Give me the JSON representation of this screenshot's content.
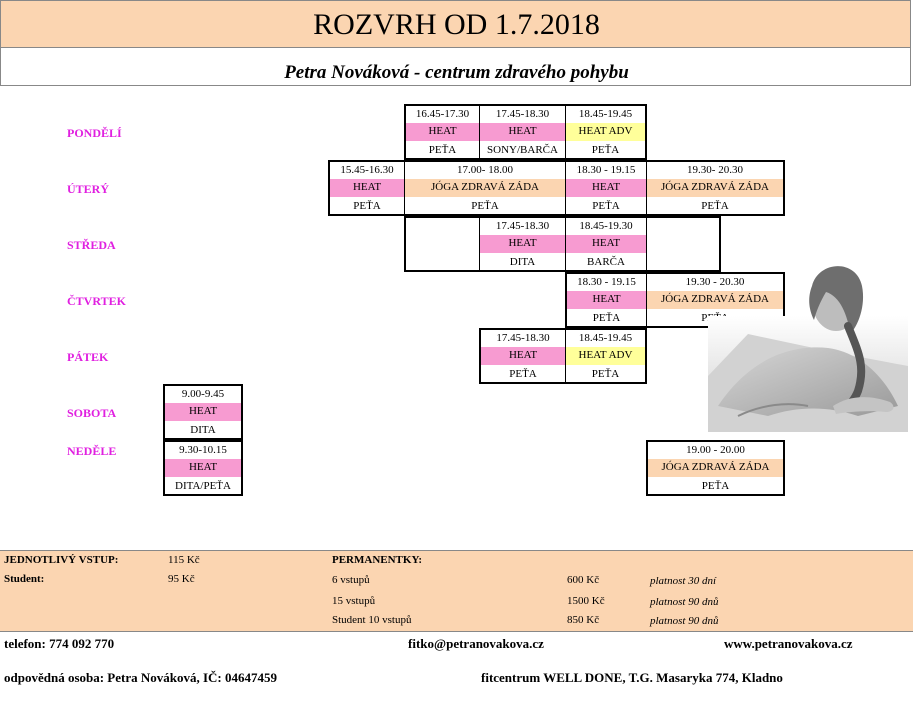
{
  "header": {
    "title": "ROZVRH  OD 1.7.2018",
    "subtitle": "Petra Nováková - centrum zdravého pohybu"
  },
  "days": {
    "mon": "PONDĚLÍ",
    "tue": "ÚTERÝ",
    "wed": "STŘEDA",
    "thu": "ČTVRTEK",
    "fri": "PÁTEK",
    "sat": "SOBOTA",
    "sun": "NEDĚLE"
  },
  "schedule": {
    "mon": [
      {
        "time": "16.45-17.30",
        "class": "HEAT",
        "instructor": "PEŤA"
      },
      {
        "time": "17.45-18.30",
        "class": "HEAT",
        "instructor": "SONY/BARČA"
      },
      {
        "time": "18.45-19.45",
        "class": "HEAT ADV",
        "instructor": "PEŤA"
      }
    ],
    "tue": [
      {
        "time": "15.45-16.30",
        "class": "HEAT",
        "instructor": "PEŤA"
      },
      {
        "time": "17.00- 18.00",
        "class": "JÓGA ZDRAVÁ ZÁDA",
        "instructor": "PEŤA"
      },
      {
        "time": "18.30 - 19.15",
        "class": "HEAT",
        "instructor": "PEŤA"
      },
      {
        "time": "19.30- 20.30",
        "class": "JÓGA ZDRAVÁ ZÁDA",
        "instructor": "PEŤA"
      }
    ],
    "wed": [
      {
        "time": "17.45-18.30",
        "class": "HEAT",
        "instructor": "DITA"
      },
      {
        "time": "18.45-19.30",
        "class": "HEAT",
        "instructor": "BARČA"
      }
    ],
    "thu": [
      {
        "time": "18.30 - 19.15",
        "class": "HEAT",
        "instructor": "PEŤA"
      },
      {
        "time": "19.30 - 20.30",
        "class": "JÓGA ZDRAVÁ ZÁDA",
        "instructor": "PEŤA"
      }
    ],
    "fri": [
      {
        "time": "17.45-18.30",
        "class": "HEAT",
        "instructor": "PEŤA"
      },
      {
        "time": "18.45-19.45",
        "class": "HEAT ADV",
        "instructor": "PEŤA"
      }
    ],
    "sat": [
      {
        "time": "9.00-9.45",
        "class": "HEAT",
        "instructor": "DITA"
      }
    ],
    "sun": [
      {
        "time": "9.30-10.15",
        "class": "HEAT",
        "instructor": "DITA/PEŤA"
      },
      {
        "time": "19.00 - 20.00",
        "class": "JÓGA ZDRAVÁ ZÁDA",
        "instructor": "PEŤA"
      }
    ]
  },
  "colors": {
    "heat": "#f79bd1",
    "heat_adv": "#ffff9a",
    "joga": "#fbd5b1",
    "day_label": "#e020e0"
  },
  "pricing": {
    "single_label": "JEDNOTLIVÝ VSTUP:",
    "single_price": "115 Kč",
    "student_label": "Student:",
    "student_price": "95 Kč",
    "passes_label": "PERMANENTKY:",
    "passes": [
      {
        "name": "6 vstupů",
        "price": "600 Kč",
        "validity": "platnost 30 dní"
      },
      {
        "name": "15 vstupů",
        "price": "1500 Kč",
        "validity": "platnost 90 dnů"
      },
      {
        "name": "Student 10 vstupů",
        "price": "850 Kč",
        "validity": "platnost 90 dnů"
      }
    ]
  },
  "footer": {
    "phone": "telefon: 774 092 770",
    "email": "fitko@petranovakova.cz",
    "web": "www.petranovakova.cz",
    "responsible": "odpovědná osoba: Petra Nováková, IČ: 04647459",
    "address": "fitcentrum WELL DONE, T.G. Masaryka 774, Kladno"
  }
}
